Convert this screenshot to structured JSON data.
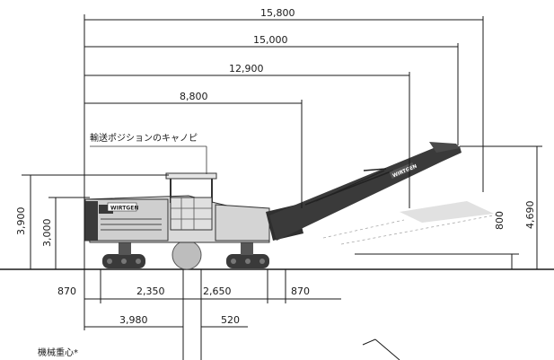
{
  "dimensions": {
    "overall_length": "15,800",
    "length_conveyor_15000": "15,000",
    "length_conveyor_12900": "12,900",
    "length_8800": "8,800",
    "height_3900": "3,900",
    "height_3000": "3,000",
    "discharge_height": "4,690",
    "ground_clearance_800": "800",
    "front_overhang": "870",
    "track_to_drum": "2,350",
    "drum_to_track": "2,650",
    "rear_overhang": "870",
    "center_of_gravity_x": "3,980",
    "cog_offset": "520"
  },
  "labels": {
    "canopy_label": "輸送ポジションのキャノピ",
    "center_of_gravity_label": "機械重心*",
    "brand": "WIRTGEN"
  },
  "colors": {
    "machine_body": "#d9d9d9",
    "machine_dark": "#3a3a3a",
    "line": "#1a1a1a"
  }
}
